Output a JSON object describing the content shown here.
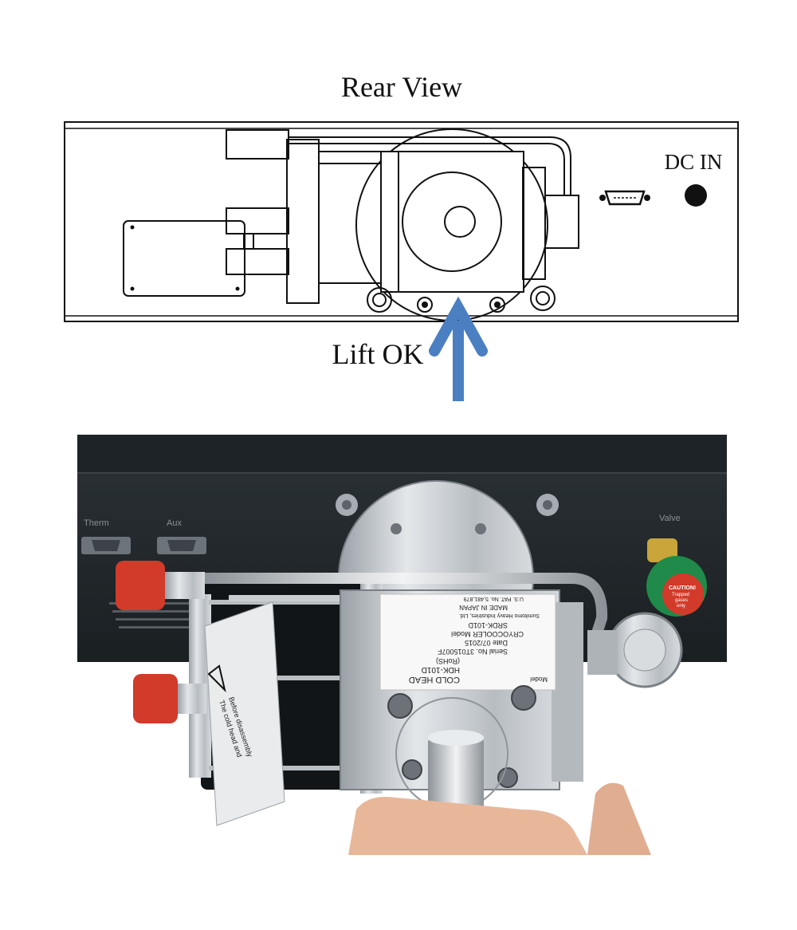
{
  "figure": {
    "title": "Rear View",
    "labels": {
      "dc_in": "DC IN",
      "lift_ok": "Lift OK"
    },
    "colors": {
      "arrow": "#4a7fc1",
      "outline": "#111111",
      "panel": "#1c2226",
      "aluminum": "#c8ccd0",
      "red_cap": "#d23a2a",
      "green_valve": "#1f8a4a"
    }
  },
  "photo": {
    "connectors": {
      "therm": "Therm",
      "aux": "Aux",
      "valve": "Valve"
    },
    "cold_head_label": {
      "line1": "COLD HEAD",
      "line2": "Model",
      "line3": "HDK-101D",
      "line4": "(RoHS)",
      "line5": "Serial No.  3T015007F",
      "line6": "Date  07/2015",
      "line7": "CRYOCOOLER Model",
      "line8": "SRDK-101D",
      "line9": "Sumitomo Heavy Industries, Ltd.",
      "line10": "MADE IN JAPAN",
      "line11": "U.S. PAT. No. 5,481,879"
    },
    "caution_tag": {
      "line1": "CAUTION!",
      "line2": "Trapped",
      "line3": "gases",
      "line4": "only"
    },
    "warning_sticker": {
      "line1": "Before disassembly",
      "line2": "The cold head and"
    }
  }
}
